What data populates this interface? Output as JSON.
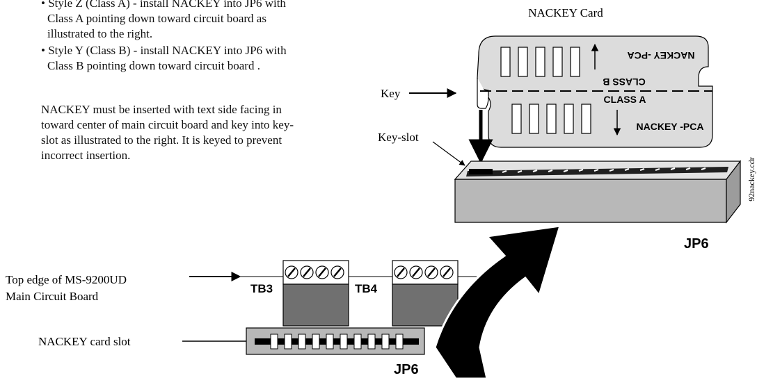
{
  "instructions": {
    "bullet_style_z": {
      "line1": "• Style Z (Class A) - install NACKEY into JP6 with",
      "line2": "Class A pointing down toward circuit board as",
      "line3": "illustrated to the right."
    },
    "bullet_style_y": {
      "line1": "• Style Y (Class B) - install NACKEY into JP6 with",
      "line2": "Class B pointing down toward circuit board ."
    },
    "note": {
      "line1": "NACKEY must be inserted with text side facing in",
      "line2": "toward center of main circuit board and key into key-",
      "line3": "slot as illustrated to the right.  It is keyed to prevent",
      "line4": "incorrect insertion."
    }
  },
  "card": {
    "title": "NACKEY Card",
    "upper_text": "NACKEY -PCA",
    "class_b": "CLASS B",
    "class_a": "CLASS A",
    "lower_text": "NACKEY -PCA"
  },
  "labels": {
    "key": "Key",
    "key_slot": "Key-slot",
    "jp6_connector": "JP6",
    "file_name": "92nackey.cdr",
    "top_edge_line1": "Top edge of MS-9200UD",
    "top_edge_line2": "Main Circuit Board",
    "tb3": "TB3",
    "tb4": "TB4",
    "card_slot": "NACKEY card slot",
    "jp6_board": "JP6"
  },
  "colors": {
    "card_fill": "#dcdcdc",
    "connector_fill": "#b8b8b8",
    "terminal_dark": "#707070",
    "outline": "#000000"
  }
}
